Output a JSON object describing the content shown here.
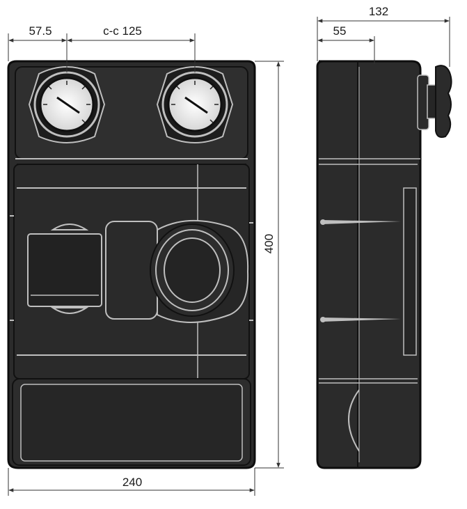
{
  "dimensions": {
    "gauge_offset": "57.5",
    "center_to_center": "c-c 125",
    "total_width": "240",
    "total_height": "400",
    "depth": "132",
    "front_depth": "55"
  },
  "colors": {
    "body": "#2b2b2b",
    "outline": "#0d0d0d",
    "highlight": "#bfbfbf",
    "dimension_line": "#333333",
    "background": "#ffffff"
  }
}
